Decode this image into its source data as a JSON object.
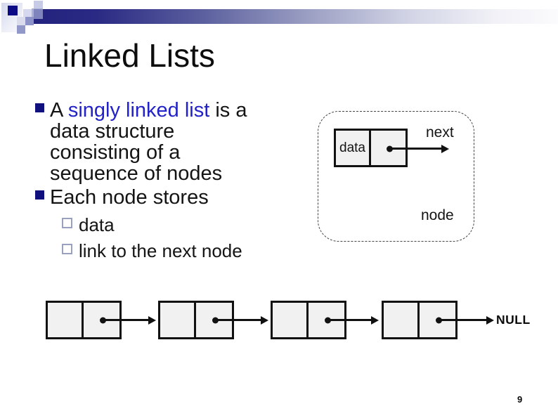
{
  "slide": {
    "title": "Linked Lists",
    "page_number": "9"
  },
  "bullet1": {
    "line1_pre": "A ",
    "line1_highlight": "singly linked list",
    "line1_post": " is a",
    "line2": "data structure",
    "line3": "consisting of a",
    "line4": "sequence of nodes"
  },
  "bullet2": {
    "label": "Each node stores",
    "sub1": "data",
    "sub2": "link to the next node"
  },
  "diagram": {
    "data_label": "data",
    "next_label": "next",
    "node_label": "node"
  },
  "chain": {
    "node_count": 4,
    "null_label": "NULL"
  },
  "colors": {
    "accent_navy": "#10107E",
    "highlight_blue": "#2222C8",
    "banner_dark": "#23237F",
    "box_fill": "#F1F1F1",
    "outline_black": "#111111",
    "sub_bullet_border": "#9AA0C0"
  }
}
